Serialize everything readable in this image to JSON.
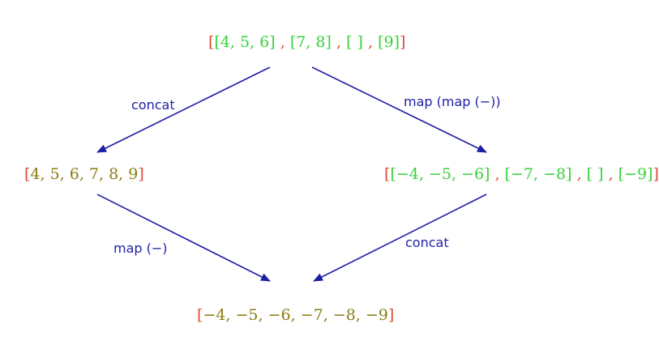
{
  "colors": {
    "bracket": "#e0483a",
    "inner_list": "#36d23a",
    "element": "#8a7b12",
    "arrow": "#1f1fa6",
    "label": "#1f1fa6"
  },
  "nodes": {
    "top": [
      {
        "t": "[",
        "c": "bracket"
      },
      {
        "t": "[",
        "c": "inner_list"
      },
      {
        "t": "4, 5, 6",
        "c": "inner_list"
      },
      {
        "t": "]",
        "c": "inner_list"
      },
      {
        "t": " , ",
        "c": "bracket"
      },
      {
        "t": "[",
        "c": "inner_list"
      },
      {
        "t": "7, 8",
        "c": "inner_list"
      },
      {
        "t": "]",
        "c": "inner_list"
      },
      {
        "t": " , ",
        "c": "bracket"
      },
      {
        "t": "[ ]",
        "c": "inner_list"
      },
      {
        "t": " , ",
        "c": "bracket"
      },
      {
        "t": "[",
        "c": "inner_list"
      },
      {
        "t": "9",
        "c": "inner_list"
      },
      {
        "t": "]",
        "c": "inner_list"
      },
      {
        "t": "]",
        "c": "bracket"
      }
    ],
    "left": [
      {
        "t": "[",
        "c": "bracket"
      },
      {
        "t": "4, 5, 6, 7, 8, 9",
        "c": "element"
      },
      {
        "t": "]",
        "c": "bracket"
      }
    ],
    "right": [
      {
        "t": "[",
        "c": "bracket"
      },
      {
        "t": "[",
        "c": "inner_list"
      },
      {
        "t": "−4, −5, −6",
        "c": "inner_list"
      },
      {
        "t": "]",
        "c": "inner_list"
      },
      {
        "t": " , ",
        "c": "bracket"
      },
      {
        "t": "[",
        "c": "inner_list"
      },
      {
        "t": "−7, −8",
        "c": "inner_list"
      },
      {
        "t": "]",
        "c": "inner_list"
      },
      {
        "t": " , ",
        "c": "bracket"
      },
      {
        "t": "[ ]",
        "c": "inner_list"
      },
      {
        "t": " , ",
        "c": "bracket"
      },
      {
        "t": "[",
        "c": "inner_list"
      },
      {
        "t": "−9",
        "c": "inner_list"
      },
      {
        "t": "]",
        "c": "inner_list"
      },
      {
        "t": "]",
        "c": "bracket"
      }
    ],
    "bottom": [
      {
        "t": "[",
        "c": "bracket"
      },
      {
        "t": "−4, −5, −6, −7, −8, −9",
        "c": "element"
      },
      {
        "t": "]",
        "c": "bracket"
      }
    ]
  },
  "edges": {
    "top_to_left": "concat",
    "top_to_right": "map (map (−))",
    "left_to_bottom": "map (−)",
    "right_to_bottom": "concat"
  }
}
